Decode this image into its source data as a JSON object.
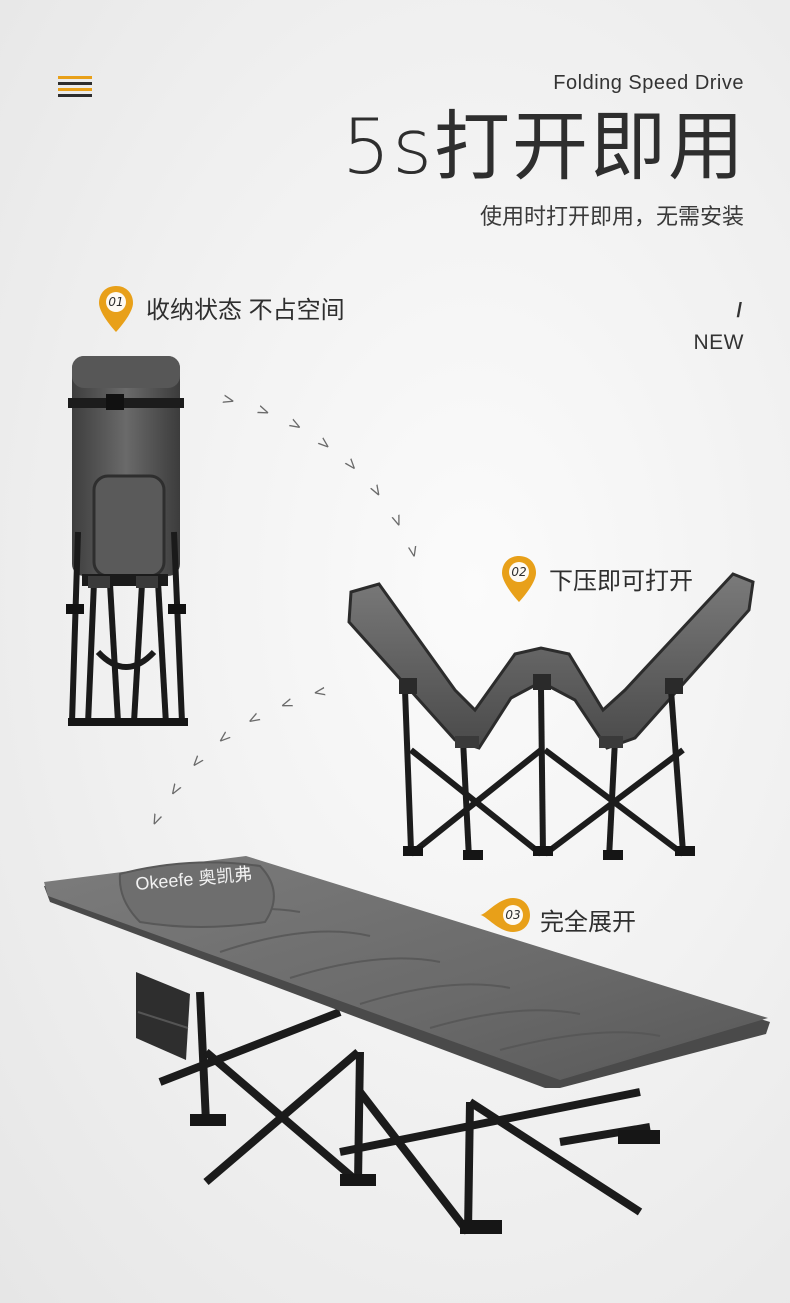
{
  "header": {
    "menu_icon": "menu-icon",
    "subtitle_en": "Folding Speed Drive",
    "headline_num": "5s",
    "headline_text": "打开即用",
    "description": "使用时打开即用，无需安装",
    "slash": "/",
    "new_label": "NEW"
  },
  "steps": [
    {
      "num": "01",
      "label": "收纳状态 不占空间"
    },
    {
      "num": "02",
      "label": "下压即可打开"
    },
    {
      "num": "03",
      "label": "完全展开"
    }
  ],
  "brand": {
    "logo_text": "Okeefe 奥凯弗"
  },
  "colors": {
    "accent": "#e8a019",
    "dark": "#2d2d2d",
    "fabric": "#6e6e6e",
    "frame": "#1e1e1e"
  }
}
